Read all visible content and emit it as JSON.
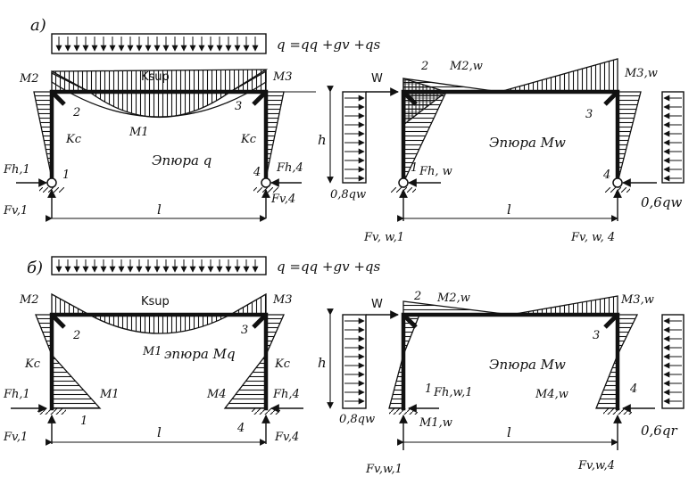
{
  "diagram": {
    "top": {
      "panel_label": "а)",
      "load_formula": "q =qq +gv +qs",
      "left": {
        "label_M2": "M2",
        "label_M3": "M3",
        "label_Ksup": "Ksup",
        "label_Kc_left": "Kc",
        "label_Kc_right": "Kc",
        "label_M1": "M1",
        "node_1": "1",
        "node_2": "2",
        "node_3": "3",
        "node_4": "4",
        "caption": "Эпюра q",
        "label_Fh1": "Fh,1",
        "label_Fv1": "Fv,1",
        "label_Fh4": "Fh,4",
        "label_Fv4": "Fv,4",
        "span": "l",
        "height": "h"
      },
      "right": {
        "label_W": "W",
        "node_2": "2",
        "label_M2w": "M2,w",
        "label_M3w": "M3,w",
        "node_3": "3",
        "caption": "Эпюра Mw",
        "node_1": "1",
        "label_Fhw": "Fh, w",
        "node_4": "4",
        "label_Fvw1": "Fv, w,1",
        "label_Fvw4": "Fv, w, 4",
        "span": "l",
        "left_load": "0,8qw",
        "right_load": "0,6qw"
      }
    },
    "bottom": {
      "panel_label": "б)",
      "load_formula": "q =qq +gv +qs",
      "left": {
        "label_M2": "M2",
        "label_M3": "M3",
        "label_Ksup": "Ksup",
        "node_2": "2",
        "node_3": "3",
        "label_M1_mid": "M1",
        "caption": "эпюра Mq",
        "label_Kc_left": "Kc",
        "label_Kc_right": "Kc",
        "label_M1": "M1",
        "label_M4": "M4",
        "label_Fh1": "Fh,1",
        "label_Fh4": "Fh,4",
        "node_1": "1",
        "node_4": "4",
        "label_Fv1": "Fv,1",
        "label_Fv4": "Fv,4",
        "span": "l",
        "height": "h"
      },
      "right": {
        "label_W": "W",
        "node_2": "2",
        "label_M2w": "M2,w",
        "label_M3w": "M3,w",
        "node_3": "3",
        "caption": "Эпюра Mw",
        "node_1": "1",
        "label_Fhw1": "Fh,w,1",
        "label_M1w": "M1,w",
        "label_M4w": "M4,w",
        "node_4": "4",
        "label_Fvw1": "Fv,w,1",
        "label_Fvw4": "Fv,w,4",
        "span": "l",
        "left_load": "0,8qw",
        "right_load": "0,6qr"
      }
    }
  }
}
